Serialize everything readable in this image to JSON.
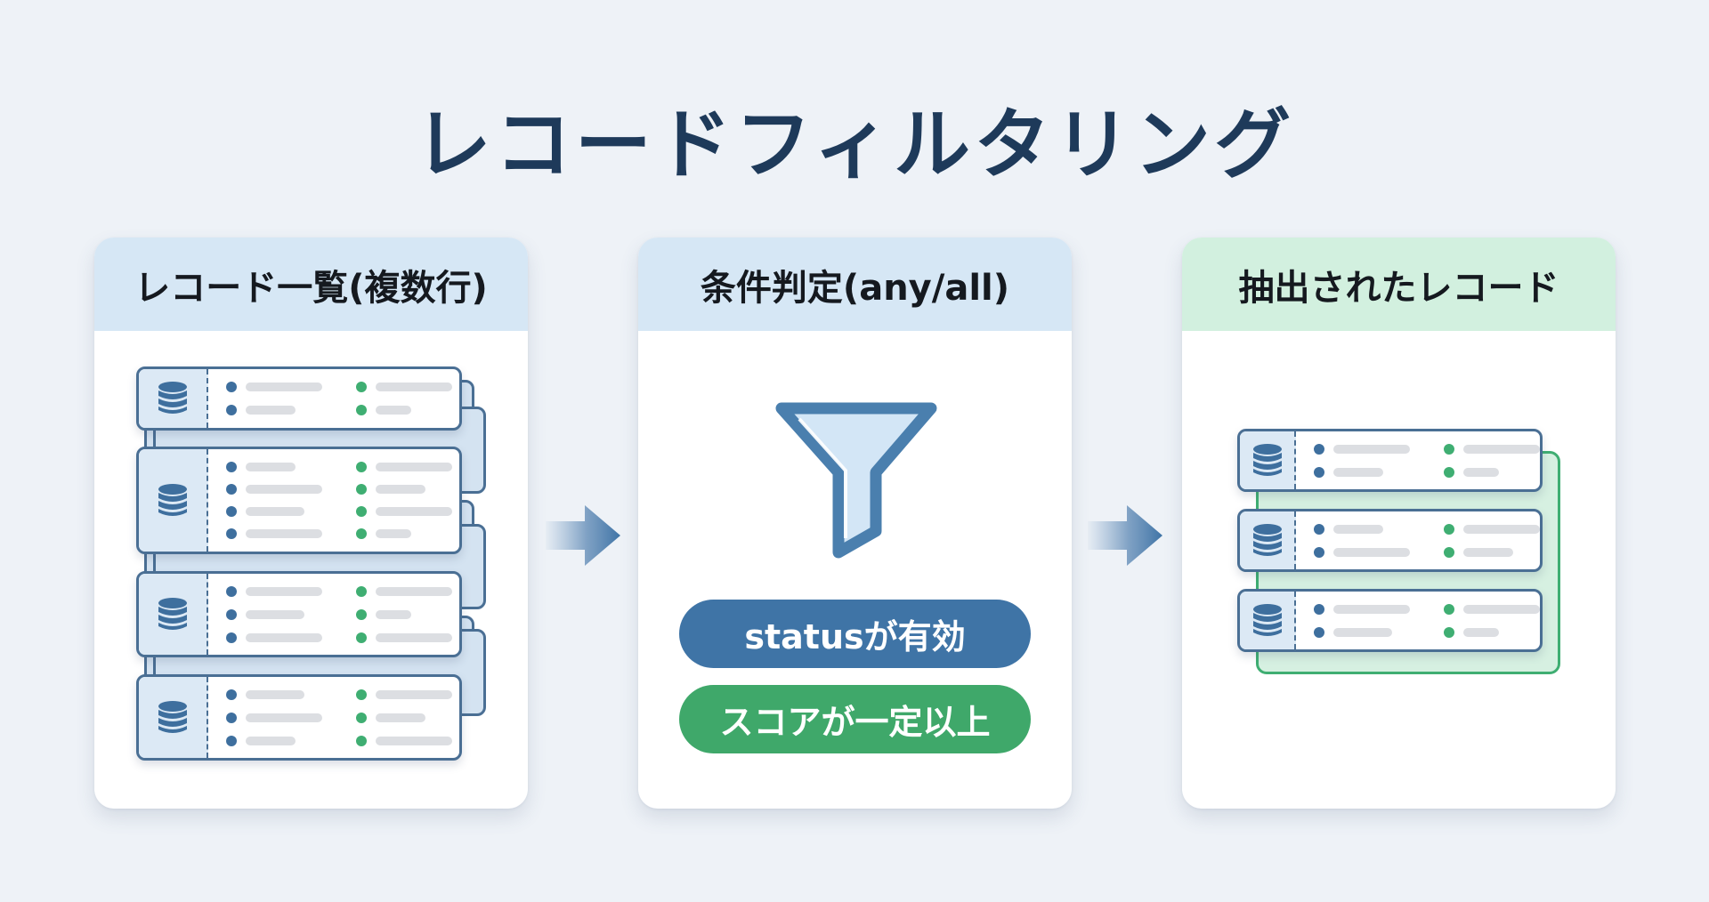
{
  "title": "レコードフィルタリング",
  "colors": {
    "background": "#eef2f7",
    "title": "#1e3a5a",
    "header_blue": "#d6e7f5",
    "header_green": "#d2f0df",
    "accent_blue": "#3f74a6",
    "accent_green": "#3fa86a",
    "card_border": "#4a6f94"
  },
  "panels": [
    {
      "header": "レコード一覧(複数行)",
      "icon": "database-icon",
      "records": [
        {
          "fields": 2
        },
        {
          "fields": 4
        },
        {
          "fields": 3
        },
        {
          "fields": 3
        }
      ]
    },
    {
      "header": "条件判定(any/all)",
      "icon": "funnel-icon",
      "conditions": [
        {
          "label": "statusが有効",
          "color": "#3f74a6"
        },
        {
          "label": "スコアが一定以上",
          "color": "#3fa86a"
        }
      ]
    },
    {
      "header": "抽出されたレコード",
      "icon": "database-icon",
      "records": [
        {
          "fields": 2
        },
        {
          "fields": 2
        },
        {
          "fields": 2
        }
      ]
    }
  ],
  "arrows": [
    {
      "from": "レコード一覧(複数行)",
      "to": "条件判定(any/all)",
      "icon": "arrow-right-icon"
    },
    {
      "from": "条件判定(any/all)",
      "to": "抽出されたレコード",
      "icon": "arrow-right-icon"
    }
  ]
}
